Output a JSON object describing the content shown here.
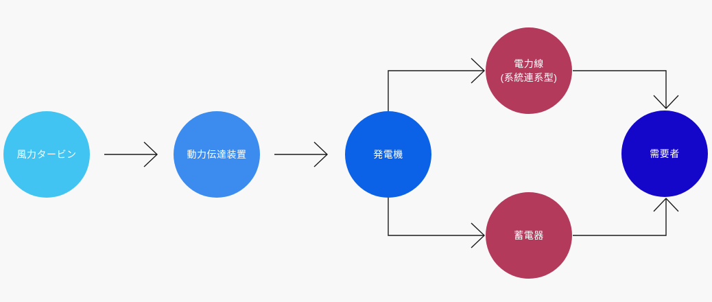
{
  "diagram": {
    "background": "#f8f8f8",
    "connector_color": "#1a1a1a",
    "node_text_color": "#ffffff",
    "nodes": [
      {
        "id": "wind-turbine",
        "label": "風力タービン",
        "color": "#41c4f2"
      },
      {
        "id": "power-transmission",
        "label": "動力伝達装置",
        "color": "#3c8cf0"
      },
      {
        "id": "generator",
        "label": "発電機",
        "color": "#0b62e6"
      },
      {
        "id": "power-line",
        "label": "電力線",
        "label2": "(系統連系型)",
        "color": "#b43a5c"
      },
      {
        "id": "storage-battery",
        "label": "蓄電器",
        "color": "#b43a5c"
      },
      {
        "id": "consumer",
        "label": "需要者",
        "color": "#1507c9"
      }
    ]
  }
}
